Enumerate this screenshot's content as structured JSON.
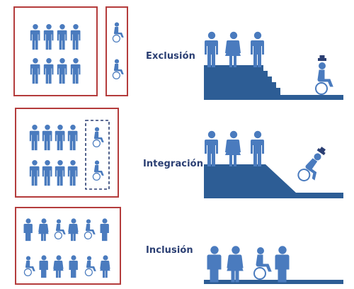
{
  "colors": {
    "figure": "#4a7bbe",
    "ground": "#2d5d95",
    "frame": "#b43c3c",
    "dashed_frame": "#2b3f73",
    "label": "#2b3f73"
  },
  "rows": [
    {
      "key": "exclusion",
      "label": "Exclusión",
      "groups": [
        {
          "frame": "solid",
          "members": [
            "person",
            "person",
            "person",
            "person",
            "person",
            "person",
            "person",
            "person"
          ]
        },
        {
          "frame": "solid",
          "members": [
            "wheelchair-user",
            "wheelchair-user"
          ]
        }
      ],
      "scene": {
        "crowd": [
          "man",
          "woman",
          "man"
        ],
        "obstacle": "stairs",
        "outsider": "wheelchair-user"
      }
    },
    {
      "key": "integration",
      "label": "Integración",
      "groups": [
        {
          "frame": "solid",
          "members": [
            "person",
            "person",
            "person",
            "person",
            "person",
            "person",
            "person",
            "person"
          ]
        },
        {
          "frame": "dashed",
          "members": [
            "wheelchair-user",
            "wheelchair-user"
          ],
          "nested": true
        }
      ],
      "scene": {
        "crowd": [
          "man",
          "woman",
          "man"
        ],
        "obstacle": "ramp",
        "outsider": "wheelchair-user"
      }
    },
    {
      "key": "inclusion",
      "label": "Inclusión",
      "groups": [
        {
          "frame": "solid",
          "members": [
            "person",
            "woman",
            "wheelchair-user",
            "woman",
            "wheelchair-user",
            "person",
            "wheelchair-user",
            "person",
            "woman",
            "person",
            "wheelchair-user",
            "woman"
          ]
        }
      ],
      "scene": {
        "crowd": [
          "man",
          "woman",
          "wheelchair-user",
          "man"
        ],
        "obstacle": "flat"
      }
    }
  ]
}
